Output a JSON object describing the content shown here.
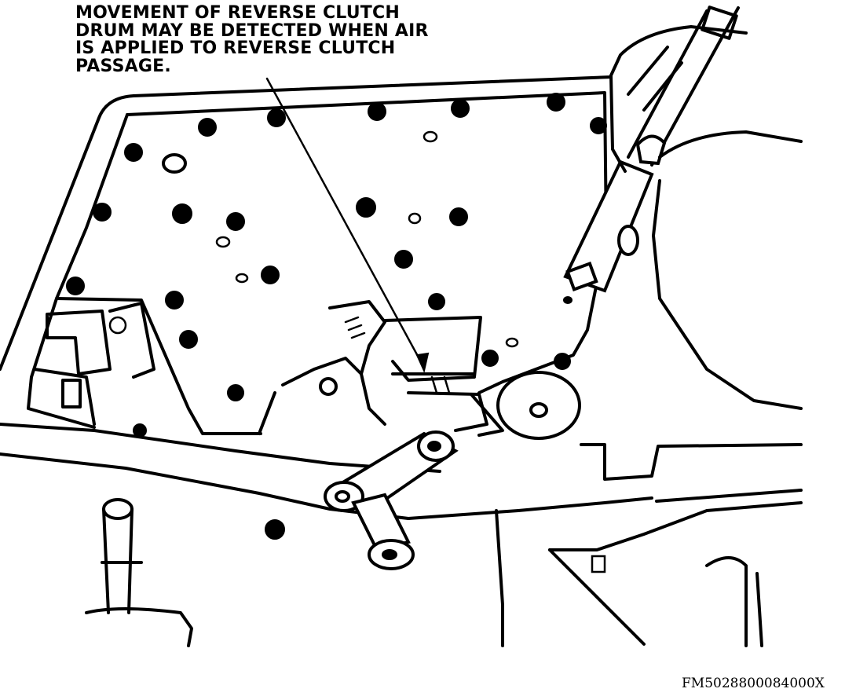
{
  "callout": {
    "lines": [
      "MOVEMENT OF REVERSE CLUTCH",
      "DRUM MAY BE DETECTED WHEN AIR",
      "IS APPLIED TO REVERSE CLUTCH",
      "PASSAGE."
    ]
  },
  "figure_id": "FM5028800084000X"
}
